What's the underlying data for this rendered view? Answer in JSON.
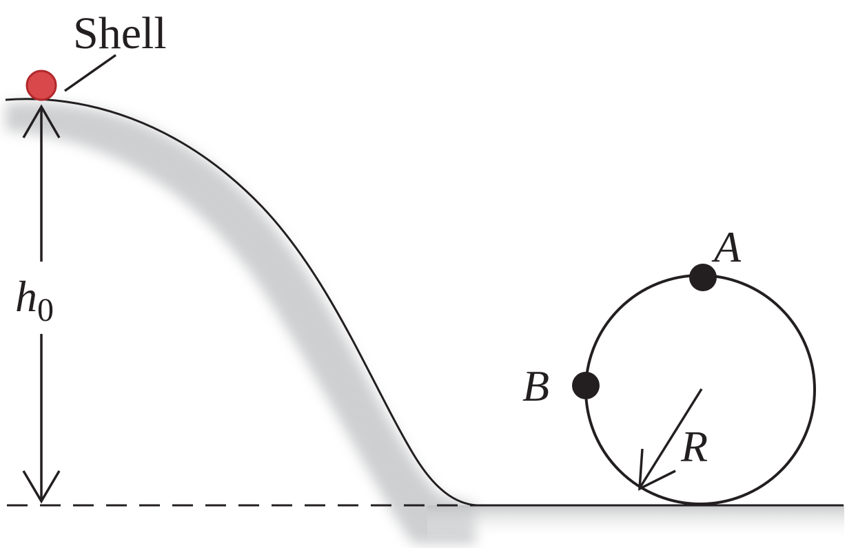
{
  "labels": {
    "shell": "Shell",
    "height_symbol": "h",
    "height_subscript": "0",
    "point_a": "A",
    "point_b": "B",
    "radius": "R"
  },
  "colors": {
    "stroke": "#231f20",
    "shell_fill": "#d9494b",
    "shell_stroke": "#b2282b",
    "shade_dark": "#b8b9bb",
    "background": "#ffffff"
  }
}
